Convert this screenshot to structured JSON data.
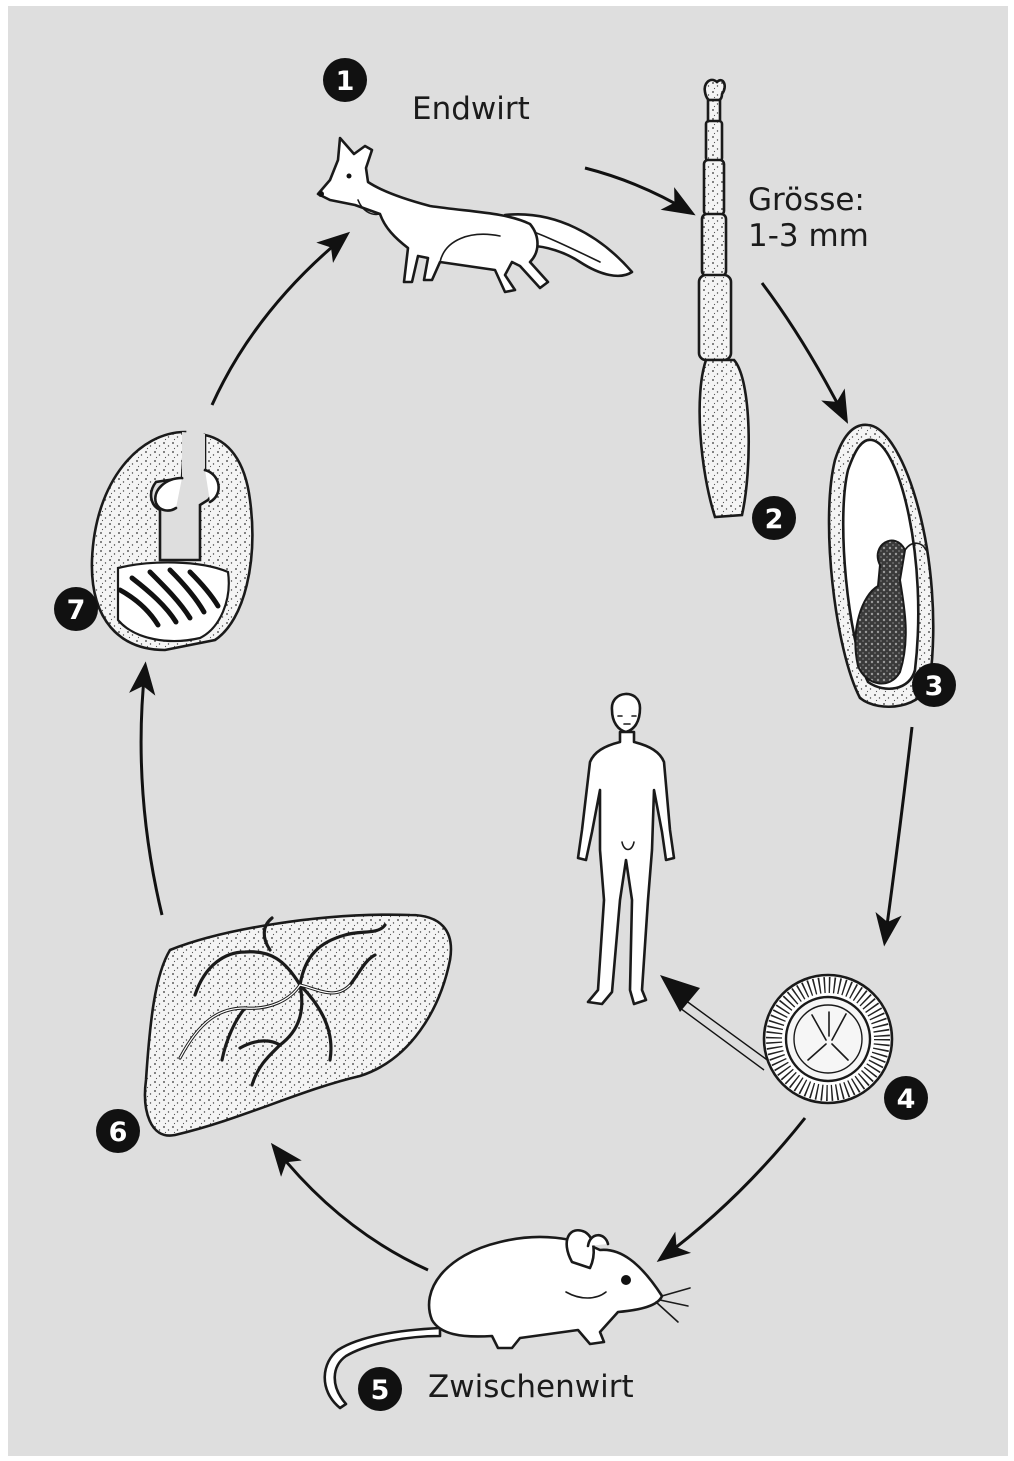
{
  "labels": {
    "definitive_host": "Endwirt",
    "size": "Grösse:\n1-3 mm",
    "intermediate_host": "Zwischenwirt"
  },
  "stages": [
    {
      "number": "1",
      "subject": "fox"
    },
    {
      "number": "2",
      "subject": "tapeworm"
    },
    {
      "number": "3",
      "subject": "proglottid"
    },
    {
      "number": "4",
      "subject": "egg"
    },
    {
      "number": "5",
      "subject": "mouse"
    },
    {
      "number": "6",
      "subject": "liver"
    },
    {
      "number": "7",
      "subject": "cyst"
    }
  ],
  "colors": {
    "background": "#dedede",
    "ink": "#111111",
    "fill": "#ffffff"
  }
}
